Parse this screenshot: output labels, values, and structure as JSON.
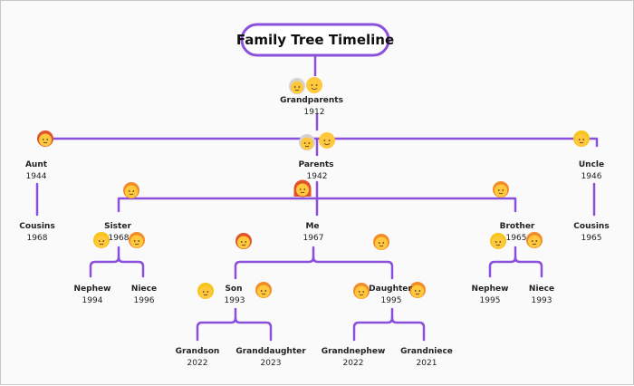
{
  "title": "Family Tree Timeline",
  "colors": {
    "line": "#8a50dc",
    "skin": "#ffc83d",
    "hair_red": "#e0542a",
    "hair_gray": "#d3d3d3",
    "hair_blonde": "#f5c518",
    "hair_orange": "#f28c28",
    "eyes": "#5a3a1a"
  },
  "people": {
    "grandparents": {
      "label": "Grandparents",
      "year": "1912"
    },
    "aunt": {
      "label": "Aunt",
      "year": "1944"
    },
    "parents": {
      "label": "Parents",
      "year": "1942"
    },
    "uncle": {
      "label": "Uncle",
      "year": "1946"
    },
    "cousins_left": {
      "label": "Cousins",
      "year": "1968"
    },
    "sister": {
      "label": "Sister",
      "year": "1968"
    },
    "me": {
      "label": "Me",
      "year": "1967"
    },
    "brother": {
      "label": "Brother",
      "year": "1965"
    },
    "cousins_right": {
      "label": "Cousins",
      "year": "1965"
    },
    "nephew_left": {
      "label": "Nephew",
      "year": "1994"
    },
    "niece_left": {
      "label": "Niece",
      "year": "1996"
    },
    "son": {
      "label": "Son",
      "year": "1993"
    },
    "daughter": {
      "label": "Daughter",
      "year": "1995"
    },
    "nephew_right": {
      "label": "Nephew",
      "year": "1995"
    },
    "niece_right": {
      "label": "Niece",
      "year": "1993"
    },
    "grandson": {
      "label": "Grandson",
      "year": "2022"
    },
    "granddaughter": {
      "label": "Granddaughter",
      "year": "2023"
    },
    "grandnephew": {
      "label": "Grandnephew",
      "year": "2022"
    },
    "grandniece": {
      "label": "Grandniece",
      "year": "2021"
    }
  }
}
